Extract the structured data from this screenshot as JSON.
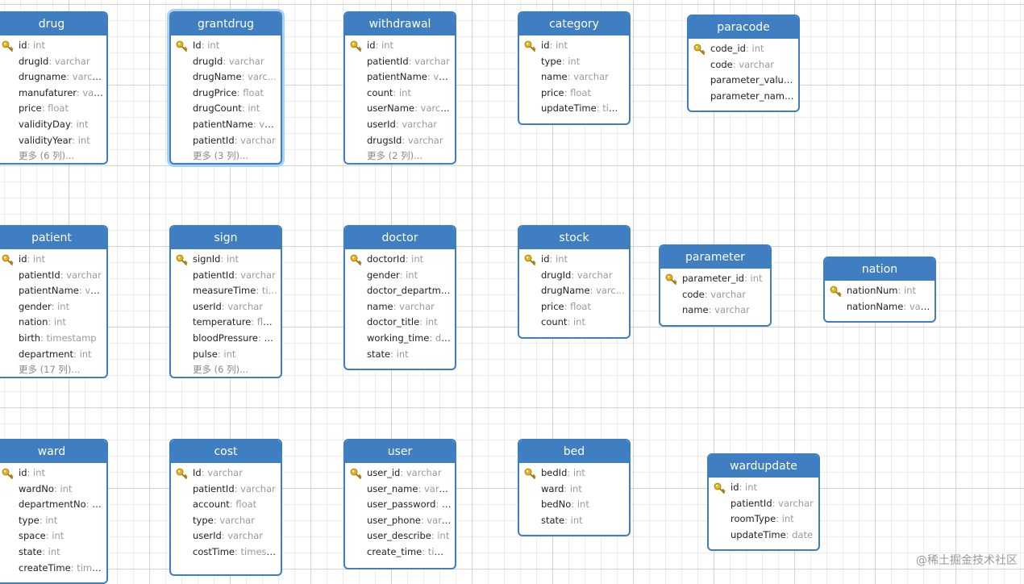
{
  "colors": {
    "header": "#3f7fc1",
    "border": "#3f7fc1",
    "type_text": "#9a9a9a",
    "key": "#e2b31c"
  },
  "watermark": "@稀土掘金技术社区",
  "tables": [
    {
      "name": "drug",
      "fields": [
        {
          "name": "id",
          "type": "int",
          "pk": true
        },
        {
          "name": "drugId",
          "type": "varchar"
        },
        {
          "name": "drugname",
          "type": "varchar"
        },
        {
          "name": "manufaturer",
          "type": "var..."
        },
        {
          "name": "price",
          "type": "float"
        },
        {
          "name": "validityDay",
          "type": "int"
        },
        {
          "name": "validityYear",
          "type": "int"
        }
      ],
      "more": "更多 (6 列)..."
    },
    {
      "name": "grantdrug",
      "selected": true,
      "fields": [
        {
          "name": "Id",
          "type": "int",
          "pk": true
        },
        {
          "name": "drugId",
          "type": "varchar"
        },
        {
          "name": "drugName",
          "type": "varc..."
        },
        {
          "name": "drugPrice",
          "type": "float"
        },
        {
          "name": "drugCount",
          "type": "int"
        },
        {
          "name": "patientName",
          "type": "va..."
        },
        {
          "name": "patientId",
          "type": "varchar"
        }
      ],
      "more": "更多 (3 列)..."
    },
    {
      "name": "withdrawal",
      "fields": [
        {
          "name": "id",
          "type": "int",
          "pk": true
        },
        {
          "name": "patientId",
          "type": "varchar"
        },
        {
          "name": "patientName",
          "type": "va..."
        },
        {
          "name": "count",
          "type": "int"
        },
        {
          "name": "userName",
          "type": "varchar"
        },
        {
          "name": "userId",
          "type": "varchar"
        },
        {
          "name": "drugsId",
          "type": "varchar"
        }
      ],
      "more": "更多 (2 列)..."
    },
    {
      "name": "category",
      "fields": [
        {
          "name": "id",
          "type": "int",
          "pk": true
        },
        {
          "name": "type",
          "type": "int"
        },
        {
          "name": "name",
          "type": "varchar"
        },
        {
          "name": "price",
          "type": "float"
        },
        {
          "name": "updateTime",
          "type": "tim..."
        }
      ]
    },
    {
      "name": "paracode",
      "fields": [
        {
          "name": "code_id",
          "type": "int",
          "pk": true
        },
        {
          "name": "code",
          "type": "varchar"
        },
        {
          "name": "parameter_values...",
          "type": ""
        },
        {
          "name": "parameter_name...",
          "type": ""
        }
      ]
    },
    {
      "name": "patient",
      "fields": [
        {
          "name": "id",
          "type": "int",
          "pk": true
        },
        {
          "name": "patientId",
          "type": "varchar"
        },
        {
          "name": "patientName",
          "type": "va..."
        },
        {
          "name": "gender",
          "type": "int"
        },
        {
          "name": "nation",
          "type": "int"
        },
        {
          "name": "birth",
          "type": "timestamp"
        },
        {
          "name": "department",
          "type": "int"
        }
      ],
      "more": "更多 (17 列)..."
    },
    {
      "name": "sign",
      "fields": [
        {
          "name": "signId",
          "type": "int",
          "pk": true
        },
        {
          "name": "patientId",
          "type": "varchar"
        },
        {
          "name": "measureTime",
          "type": "ti..."
        },
        {
          "name": "userId",
          "type": "varchar"
        },
        {
          "name": "temperature",
          "type": "float"
        },
        {
          "name": "bloodPressure",
          "type": "v..."
        },
        {
          "name": "pulse",
          "type": "int"
        }
      ],
      "more": "更多 (6 列)..."
    },
    {
      "name": "doctor",
      "fields": [
        {
          "name": "doctorId",
          "type": "int",
          "pk": true
        },
        {
          "name": "gender",
          "type": "int"
        },
        {
          "name": "doctor_department:",
          "type": ""
        },
        {
          "name": "name",
          "type": "varchar"
        },
        {
          "name": "doctor_title",
          "type": "int"
        },
        {
          "name": "working_time",
          "type": "da..."
        },
        {
          "name": "state",
          "type": "int"
        }
      ]
    },
    {
      "name": "stock",
      "fields": [
        {
          "name": "id",
          "type": "int",
          "pk": true
        },
        {
          "name": "drugId",
          "type": "varchar"
        },
        {
          "name": "drugName",
          "type": "varc..."
        },
        {
          "name": "price",
          "type": "float"
        },
        {
          "name": "count",
          "type": "int"
        }
      ]
    },
    {
      "name": "parameter",
      "fields": [
        {
          "name": "parameter_id",
          "type": "int",
          "pk": true
        },
        {
          "name": "code",
          "type": "varchar"
        },
        {
          "name": "name",
          "type": "varchar"
        }
      ]
    },
    {
      "name": "nation",
      "fields": [
        {
          "name": "nationNum",
          "type": "int",
          "pk": true
        },
        {
          "name": "nationName",
          "type": "var..."
        }
      ]
    },
    {
      "name": "ward",
      "fields": [
        {
          "name": "id",
          "type": "int",
          "pk": true
        },
        {
          "name": "wardNo",
          "type": "int"
        },
        {
          "name": "departmentNo",
          "type": "int"
        },
        {
          "name": "type",
          "type": "int"
        },
        {
          "name": "space",
          "type": "int"
        },
        {
          "name": "state",
          "type": "int"
        },
        {
          "name": "createTime",
          "type": "time..."
        }
      ]
    },
    {
      "name": "cost",
      "fields": [
        {
          "name": "Id",
          "type": "varchar",
          "pk": true
        },
        {
          "name": "patientId",
          "type": "varchar"
        },
        {
          "name": "account",
          "type": "float"
        },
        {
          "name": "type",
          "type": "varchar"
        },
        {
          "name": "userId",
          "type": "varchar"
        },
        {
          "name": "costTime",
          "type": "timest..."
        }
      ]
    },
    {
      "name": "user",
      "fields": [
        {
          "name": "user_id",
          "type": "varchar",
          "pk": true
        },
        {
          "name": "user_name",
          "type": "varch..."
        },
        {
          "name": "user_password",
          "type": "v..."
        },
        {
          "name": "user_phone",
          "type": "varc..."
        },
        {
          "name": "user_describe",
          "type": "int"
        },
        {
          "name": "create_time",
          "type": "time..."
        }
      ]
    },
    {
      "name": "bed",
      "fields": [
        {
          "name": "bedId",
          "type": "int",
          "pk": true
        },
        {
          "name": "ward",
          "type": "int"
        },
        {
          "name": "bedNo",
          "type": "int"
        },
        {
          "name": "state",
          "type": "int"
        }
      ]
    },
    {
      "name": "wardupdate",
      "fields": [
        {
          "name": "id",
          "type": "int",
          "pk": true
        },
        {
          "name": "patientId",
          "type": "varchar"
        },
        {
          "name": "roomType",
          "type": "int"
        },
        {
          "name": "updateTime",
          "type": "date"
        }
      ]
    }
  ]
}
